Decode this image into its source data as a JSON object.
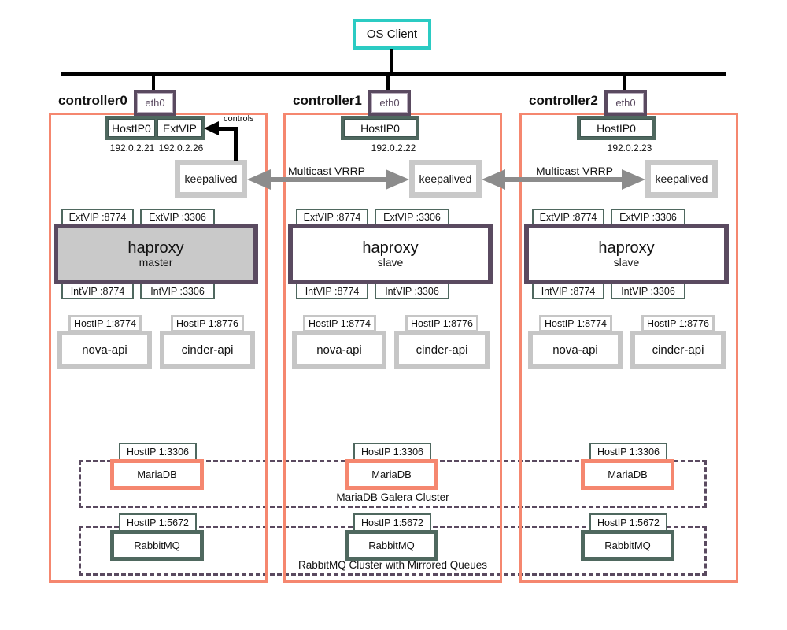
{
  "os_client": {
    "label": "OS Client"
  },
  "vrrp": {
    "label": "Multicast VRRP"
  },
  "controls": {
    "label": "controls"
  },
  "clusters": {
    "galera": {
      "label": "MariaDB Galera Cluster"
    },
    "rabbitmq": {
      "label": "RabbitMQ Cluster with Mirrored Queues"
    }
  },
  "controllers": [
    {
      "name": "controller0",
      "eth": "eth0",
      "host_ips": [
        {
          "label": "HostIP0",
          "ip": "192.0.2.21"
        },
        {
          "label": "ExtVIP",
          "ip": "192.0.2.26"
        }
      ],
      "keepalived": "keepalived",
      "ext_vip_ports": [
        "ExtVIP :8774",
        "ExtVIP :3306"
      ],
      "haproxy": {
        "name": "haproxy",
        "role": "master"
      },
      "int_vip_ports": [
        "IntVIP :8774",
        "IntVIP :3306"
      ],
      "api_services": [
        {
          "endpoint": "HostIP 1:8774",
          "name": "nova-api"
        },
        {
          "endpoint": "HostIP 1:8776",
          "name": "cinder-api"
        }
      ],
      "mariadb": {
        "endpoint": "HostIP 1:3306",
        "name": "MariaDB"
      },
      "rabbitmq": {
        "endpoint": "HostIP 1:5672",
        "name": "RabbitMQ"
      }
    },
    {
      "name": "controller1",
      "eth": "eth0",
      "host_ips": [
        {
          "label": "HostIP0",
          "ip": "192.0.2.22"
        }
      ],
      "keepalived": "keepalived",
      "ext_vip_ports": [
        "ExtVIP :8774",
        "ExtVIP :3306"
      ],
      "haproxy": {
        "name": "haproxy",
        "role": "slave"
      },
      "int_vip_ports": [
        "IntVIP :8774",
        "IntVIP :3306"
      ],
      "api_services": [
        {
          "endpoint": "HostIP 1:8774",
          "name": "nova-api"
        },
        {
          "endpoint": "HostIP 1:8776",
          "name": "cinder-api"
        }
      ],
      "mariadb": {
        "endpoint": "HostIP 1:3306",
        "name": "MariaDB"
      },
      "rabbitmq": {
        "endpoint": "HostIP 1:5672",
        "name": "RabbitMQ"
      }
    },
    {
      "name": "controller2",
      "eth": "eth0",
      "host_ips": [
        {
          "label": "HostIP0",
          "ip": "192.0.2.23"
        }
      ],
      "keepalived": "keepalived",
      "ext_vip_ports": [
        "ExtVIP :8774",
        "ExtVIP :3306"
      ],
      "haproxy": {
        "name": "haproxy",
        "role": "slave"
      },
      "int_vip_ports": [
        "IntVIP :8774",
        "IntVIP :3306"
      ],
      "api_services": [
        {
          "endpoint": "HostIP 1:8774",
          "name": "nova-api"
        },
        {
          "endpoint": "HostIP 1:8776",
          "name": "cinder-api"
        }
      ],
      "mariadb": {
        "endpoint": "HostIP 1:3306",
        "name": "MariaDB"
      },
      "rabbitmq": {
        "endpoint": "HostIP 1:5672",
        "name": "RabbitMQ"
      }
    }
  ],
  "colors": {
    "controller_border": "#f5876f",
    "haproxy_border": "#5a4a60",
    "hostip_frame": "#4f685f",
    "os_client_border": "#2bcbc3",
    "keepalived_border": "#c9c9c9",
    "arrow_gray": "#8c8c8c",
    "bus": "#000000"
  }
}
